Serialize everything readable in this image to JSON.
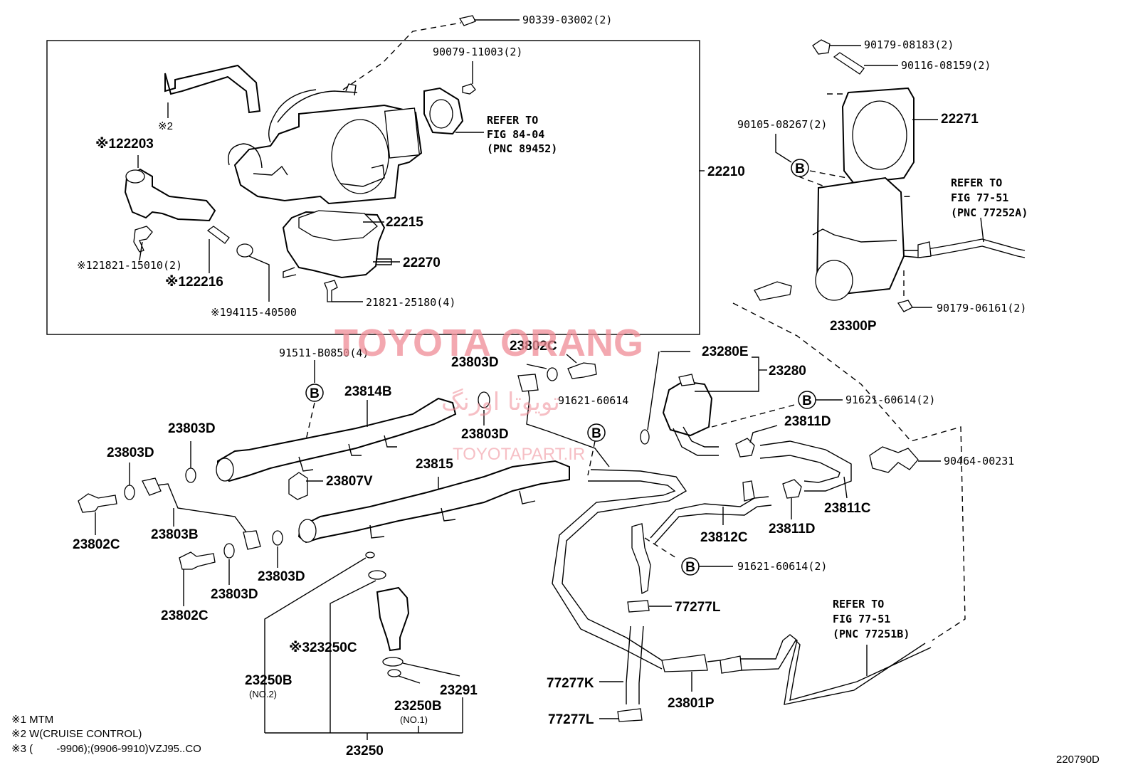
{
  "watermark": {
    "brand": "TOYOTA ORANG",
    "persian": "تویوتا اورنگ",
    "site": "TOYOTAPART.IR"
  },
  "labels": {
    "p90339": "90339-03002(2)",
    "p90079": "90079-11003(2)",
    "ref1_l1": "REFER TO",
    "ref1_l2": "FIG 84-04",
    "ref1_l3": "(PNC 89452)",
    "p22203": "※122203",
    "mark2": "※2",
    "p22210": "22210",
    "p22215": "22215",
    "p22270": "22270",
    "p21821_15010": "※121821-15010(2)",
    "p22216": "※122216",
    "p21821_25180": "21821-25180(4)",
    "p194115": "※194115-40500",
    "p90179_08183": "90179-08183(2)",
    "p90116": "90116-08159(2)",
    "p90105": "90105-08267(2)",
    "p22271": "22271",
    "ref2_l1": "REFER TO",
    "ref2_l2": "FIG 77-51",
    "ref2_l3": "(PNC 77252A)",
    "p90179_06161": "90179-06161(2)",
    "p23300P": "23300P",
    "p91511": "91511-B0850(4)",
    "p23814B": "23814B",
    "p23802C_top": "23802C",
    "p23803D_top": "23803D",
    "p91621_mid": "91621-60614",
    "p23280E": "23280E",
    "p23280": "23280",
    "p91621_right": "91621-60614(2)",
    "p23803D_a": "23803D",
    "p23803D_b": "23803D",
    "p23803D_c": "23803D",
    "p23807V": "23807V",
    "p23815": "23815",
    "p23811D_top": "23811D",
    "p90464": "90464-00231",
    "p23811C": "23811C",
    "p23802C_left": "23802C",
    "p23803B": "23803B",
    "p23812C": "23812C",
    "p23811D_bot": "23811D",
    "p91621_low": "91621-60614(2)",
    "p23803D_d": "23803D",
    "p23803D_e": "23803D",
    "p23802C_bot": "23802C",
    "p77277L_top": "77277L",
    "ref3_l1": "REFER TO",
    "ref3_l2": "FIG 77-51",
    "ref3_l3": "(PNC 77251B)",
    "p23250C": "※323250C",
    "p23250B_2": "23250B",
    "no2": "(NO.2)",
    "p23291": "23291",
    "p23250B_1": "23250B",
    "no1": "(NO.1)",
    "p77277K": "77277K",
    "p23801P": "23801P",
    "p77277L_bot": "77277L",
    "p23250": "23250",
    "b_marker": "B"
  },
  "notes": [
    "※1 MTM",
    "※2 W(CRUISE CONTROL)",
    "※3 (        -9906);(9906-9910)VZJ95..CO"
  ],
  "figure_code": "220790D"
}
